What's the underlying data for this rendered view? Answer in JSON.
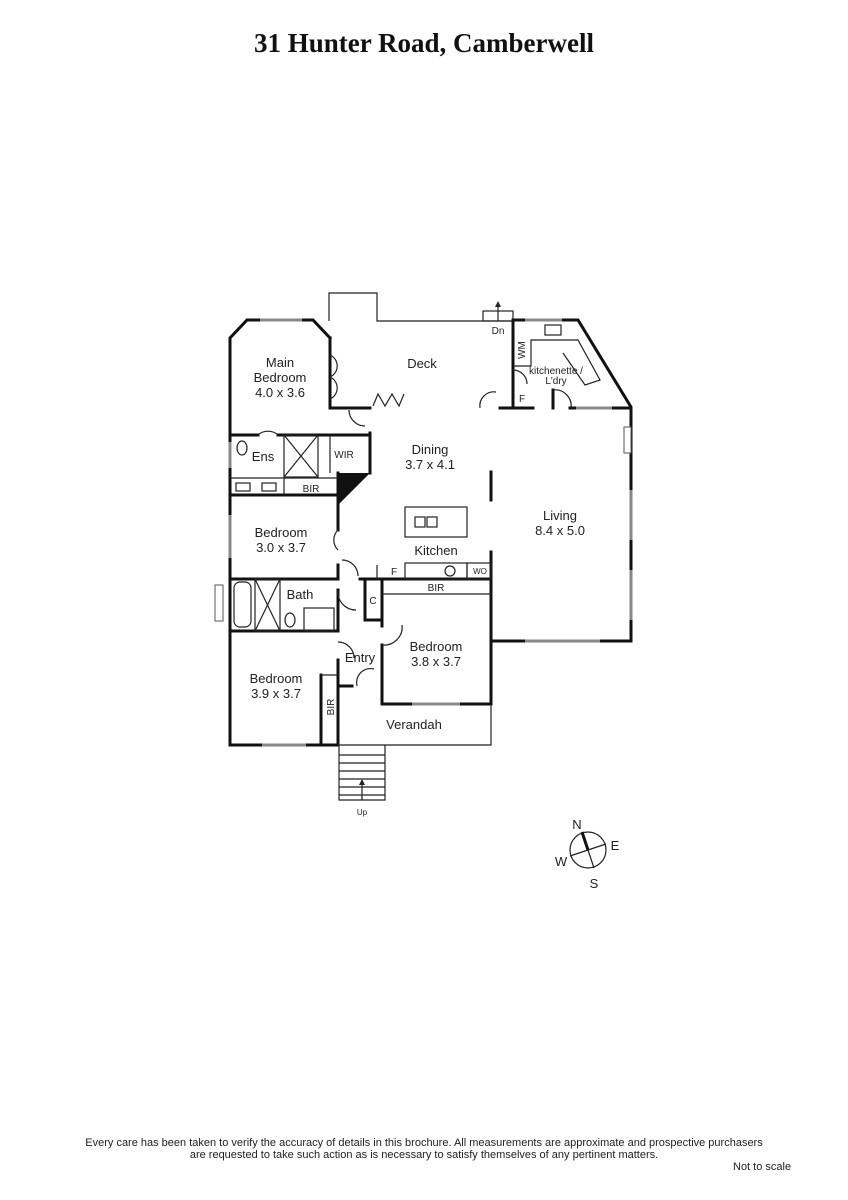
{
  "title": "31 Hunter Road, Camberwell",
  "rooms": {
    "main_bedroom_1": "Main",
    "main_bedroom_2": "Bedroom",
    "main_bedroom_dim": "4.0 x 3.6",
    "deck": "Deck",
    "ens": "Ens",
    "wir": "WIR",
    "bir_ens": "BIR",
    "dining": "Dining",
    "dining_dim": "3.7 x 4.1",
    "kitchenette_1": "kitchenette /",
    "kitchenette_2": "L'dry",
    "wm": "WM",
    "f_laundry": "F",
    "living": "Living",
    "living_dim": "8.4 x 5.0",
    "bedroom2": "Bedroom",
    "bedroom2_dim": "3.0 x 3.7",
    "kitchen": "Kitchen",
    "f_kitchen": "F",
    "wo": "WO",
    "bath": "Bath",
    "c": "C",
    "bir_bed3": "BIR",
    "bedroom3": "Bedroom",
    "bedroom3_dim": "3.8 x 3.7",
    "entry": "Entry",
    "bedroom4": "Bedroom",
    "bedroom4_dim": "3.9 x 3.7",
    "bir_bed4": "BIR",
    "verandah": "Verandah",
    "dn": "Dn",
    "up": "Up"
  },
  "compass": {
    "n": "N",
    "e": "E",
    "s": "S",
    "w": "W"
  },
  "footer": {
    "line1": "Every care has been taken to verify the accuracy of details in this brochure.  All measurements are approximate and prospective purchasers",
    "line2": "are requested to take such action as is necessary to satisfy themselves of any pertinent matters.",
    "not_to_scale": "Not to scale"
  }
}
